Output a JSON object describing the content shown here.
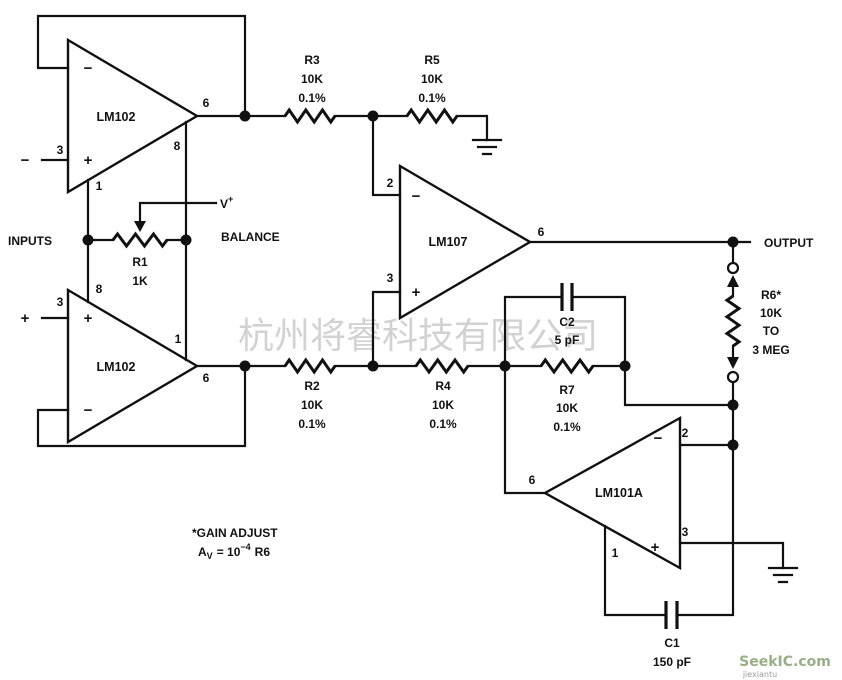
{
  "colors": {
    "ink": "#111111",
    "paper": "#ffffff",
    "watermark": "#b5b5b5"
  },
  "watermark": {
    "text": "杭州将睿科技有限公司",
    "logo": "SeekIC.com",
    "logo_sub": "jiexiantu"
  },
  "inputs": {
    "label": "INPUTS",
    "minus_sign": "−",
    "minus_pin": "3",
    "plus_sign": "+",
    "plus_pin": "3"
  },
  "u1": {
    "part": "LM102",
    "inv_sign": "−",
    "noninv_sign": "+",
    "pin_out": "6",
    "pin_8": "8",
    "pin_1": "1"
  },
  "u2": {
    "part": "LM102",
    "inv_sign": "−",
    "noninv_sign": "+",
    "pin_out": "6",
    "pin_8": "8",
    "pin_1": "1"
  },
  "u3": {
    "part": "LM107",
    "inv_sign": "−",
    "noninv_sign": "+",
    "pin_inv": "2",
    "pin_noninv": "3",
    "pin_out": "6"
  },
  "u4": {
    "part": "LM101A",
    "inv_sign": "−",
    "noninv_sign": "+",
    "pin_inv": "2",
    "pin_noninv": "3",
    "pin_out": "6",
    "pin_1": "1"
  },
  "balance": {
    "label": "BALANCE",
    "supply": "V",
    "supply_sup": "+",
    "pot_ref": "R1",
    "pot_value": "1K"
  },
  "r2": {
    "ref": "R2",
    "value": "10K",
    "tolerance": "0.1%"
  },
  "r3": {
    "ref": "R3",
    "value": "10K",
    "tolerance": "0.1%"
  },
  "r4": {
    "ref": "R4",
    "value": "10K",
    "tolerance": "0.1%"
  },
  "r5": {
    "ref": "R5",
    "value": "10K",
    "tolerance": "0.1%"
  },
  "r7": {
    "ref": "R7",
    "value": "10K",
    "tolerance": "0.1%"
  },
  "r6": {
    "ref": "R6*",
    "value": "10K",
    "to": "TO",
    "max": "3 MEG"
  },
  "c1": {
    "ref": "C1",
    "value": "150 pF"
  },
  "c2": {
    "ref": "C2",
    "value": "5 pF"
  },
  "output": {
    "label": "OUTPUT"
  },
  "note": {
    "heading": "*GAIN ADJUST",
    "formula": {
      "symbol": "A",
      "symbol_sub": "V",
      "relation": "= 10",
      "exponent": "−4",
      "term": "R6"
    }
  }
}
